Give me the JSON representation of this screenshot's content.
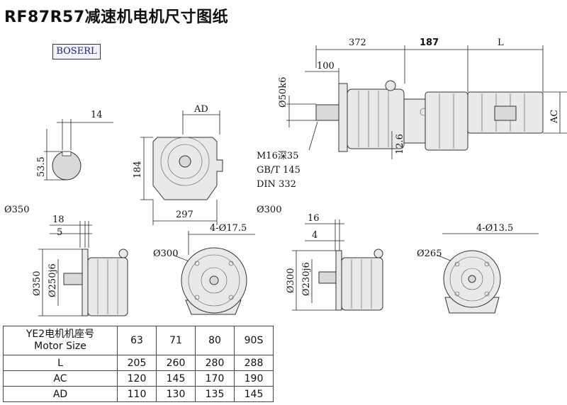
{
  "title": "RF87R57减速机电机尺寸图纸",
  "logo": "BOSERL",
  "dims": {
    "d372": "372",
    "d187": "187",
    "dL": "L",
    "d100": "100",
    "d50k6": "Ø50k6",
    "dAC": "AC",
    "d12_6": "12.6",
    "m16": "M16深35",
    "gbt": "GB/T 145",
    "din": "DIN 332",
    "d14": "14",
    "d53_5": "53.5",
    "dAD": "AD",
    "d184": "184",
    "d297": "297",
    "d350": "Ø350",
    "d300": "Ø300",
    "d18": "18",
    "d5": "5",
    "d350v": "Ø350",
    "d250j6": "Ø250j6",
    "d300b": "Ø300",
    "d4_17_5": "4-Ø17.5",
    "d16": "16",
    "d4": "4",
    "d300v": "Ø300",
    "d230j6": "Ø230j6",
    "d265": "Ø265",
    "d4_13_5": "4-Ø13.5"
  },
  "table": {
    "header_line1": "YE2电机机座号",
    "header_line2": "Motor Size",
    "columns": [
      "63",
      "71",
      "80",
      "90S"
    ],
    "rows": [
      {
        "label": "L",
        "values": [
          "205",
          "260",
          "280",
          "288"
        ]
      },
      {
        "label": "AC",
        "values": [
          "120",
          "145",
          "170",
          "190"
        ]
      },
      {
        "label": "AD",
        "values": [
          "110",
          "130",
          "135",
          "145"
        ]
      }
    ]
  }
}
